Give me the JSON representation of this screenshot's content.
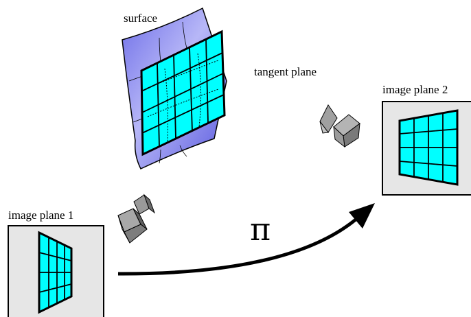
{
  "labels": {
    "surface": "surface",
    "tangent_plane": "tangent plane",
    "image_plane_1": "image plane 1",
    "image_plane_2": "image plane 2",
    "mapping": "π"
  },
  "colors": {
    "plane_fill": "#00ffff",
    "surface_fill": "#8f8ff2",
    "image_background": "#e6e6e6",
    "camera_fill": "#9a9a9a",
    "outline": "#000000"
  },
  "icons": {
    "camera_1": "camera-icon",
    "camera_2": "camera-icon"
  }
}
